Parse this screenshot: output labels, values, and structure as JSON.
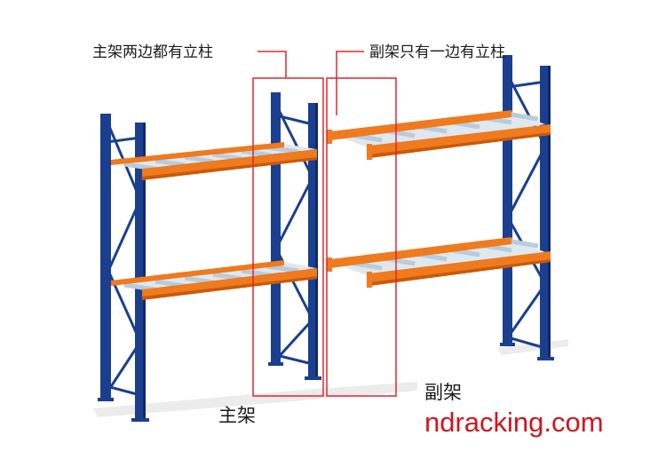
{
  "labels": {
    "main_frame_desc": "主架两边都有立柱",
    "sub_frame_desc": "副架只有一边有立柱",
    "main_frame": "主架",
    "sub_frame": "副架",
    "site": "ndracking.com"
  },
  "colors": {
    "upright": "#1b3f8f",
    "upright_dark": "#0f2a66",
    "beam": "#f07a1e",
    "beam_dark": "#c85a08",
    "panel": "#c9d9e6",
    "callout": "#e0262b",
    "watermark": "#d3141c"
  }
}
